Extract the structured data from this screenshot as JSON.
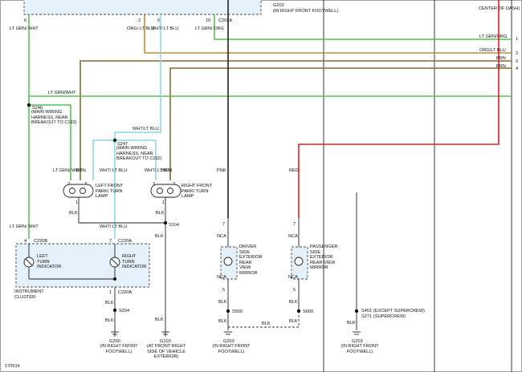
{
  "colors": {
    "ltgrn_wht": "#54c454",
    "ltgrn_org": "#54c454",
    "org_ltblu": "#c58b2e",
    "brn": "#8a6a2c",
    "wht_ltblu": "#8fd8e0",
    "red": "#e02020",
    "black": "#222222",
    "box_fill": "#e4f0fa"
  },
  "wire_labels": {
    "ltgrn_wht": "LT GRN/ WHT",
    "org": "ORG/ LT BLU",
    "wht_ltblu": "WHT/ LT BLU",
    "ltgrn_org": "LT GRN/ ORG",
    "right_ltgrn_org": "LT GRN/ORG",
    "right_org_ltblu": "ORG/LT BLU",
    "right_brn_1": "BRN",
    "right_brn_2": "BRN",
    "h_ltgrn_wht": "LT GRN/WHT",
    "h_wht_ltblu": "WHT/LT BLU",
    "lamp_l_ltgrn": "LT GRN/ WHT",
    "lamp_l_brn": "BRN",
    "lamp_r_wht": "WHT/ LT BLU",
    "lamp_r_brn": "BRN",
    "lamp_r_wht2": "WHT/ LT BLU",
    "pnk": "PNK",
    "red": "RED",
    "blk_l": "BLK",
    "blk_r": "BLK",
    "blk_s104": "BLK",
    "blk_g103": "BLK",
    "ltgrn_wht_cl": "LT GRN/ WHT",
    "wht_ltblu_cl": "WHT/ LT BLU",
    "blk_cl_1": "BLK",
    "blk_cl_2": "BLK",
    "blk_cl_3": "BLK",
    "nca_d1": "NCA",
    "nca_d2": "NCA",
    "nca_p1": "NCA",
    "nca_p2": "NCA",
    "blk_d1": "BLK",
    "blk_d2": "BLK",
    "blk_p1": "BLK",
    "blk_p2": "BLK",
    "blk_mid": "BLK",
    "blk_s451": "BLK"
  },
  "pins": {
    "top_6": "6",
    "top_2": "2",
    "top_5": "5",
    "top_10": "10",
    "right_1": "1",
    "right_2": "2",
    "right_3": "3",
    "right_4": "4",
    "ll_2": "2",
    "ll_3": "3",
    "ll_1": "1",
    "rl_3": "3",
    "rl_2": "2",
    "rl_1": "1",
    "cl_4": "4",
    "cl_7": "7",
    "cl_1": "1",
    "d_7": "7",
    "d_5": "5",
    "p_7": "7",
    "p_5": "5"
  },
  "connectors": {
    "c202a": "C202A",
    "c220b": "C220B",
    "c220a_top": "C220A",
    "c220a_bot": "C220A"
  },
  "splices": {
    "s246": "S246",
    "s246_note": "(MAIN WIRING HARNESS, NEAR BREAKOUT TO C192)",
    "s247": "S247",
    "s247_note": "(MAIN WIRING HARNESS, NEAR BREAKOUT TO C192)",
    "s104": "S104",
    "s204": "S204",
    "s500": "S500",
    "s600": "S600",
    "s451": "S451",
    "s451_note": "(EXCEPT SUPERCREW)",
    "s271": "S271",
    "s271_note": "(SUPERCREW)"
  },
  "components": {
    "left_lamp": "LEFT FRONT PARK/ TURN LAMP",
    "right_lamp": "RIGHT FRONT PARK/ TURN LAMP",
    "left_ind": "LEFT TURN INDICATOR",
    "right_ind": "RIGHT TURN INDICATOR",
    "cluster": "INSTRUMENT CLUSTER",
    "driver_mirror": "DRIVER SIDE EXTERIOR REAR VIEW MIRROR",
    "pass_mirror": "PASSENGER SIDE EXTERIOR REAR VIEW MIRROR"
  },
  "grounds": {
    "g203_top": "G203",
    "g203_top_note": "(IN RIGHT FRONT FOOTWELL)",
    "g200": "G200",
    "g200_note": "(IN RIGHT FRONT FOOTWELL)",
    "g103": "G103",
    "g103_note": "(AT FRONT RIGHT SIDE OF VEHICLE EXTERIOR)",
    "g203_mid": "G203",
    "g203_mid_note": "(IN RIGHT FRONT FOOTWELL)",
    "g203_right": "G203",
    "g203_right_note": "(IN RIGHT FRONT FOOTWELL)"
  },
  "corner_note": "CENTER OF DASH)",
  "figure_id": "170514"
}
